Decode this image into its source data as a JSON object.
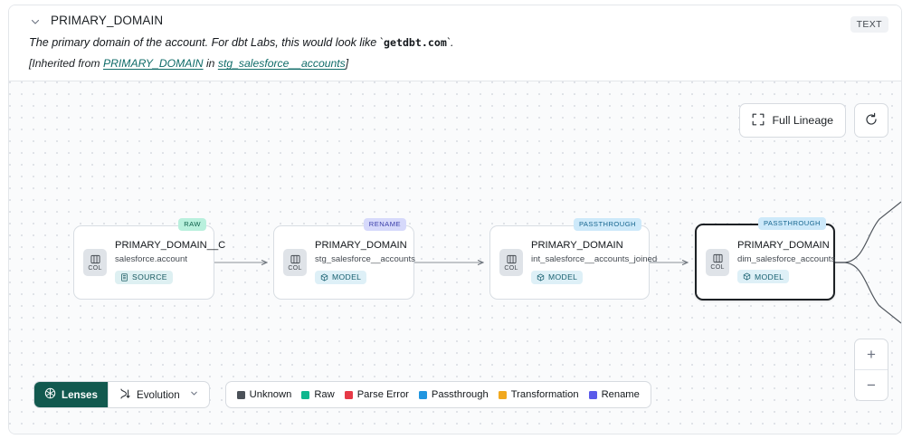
{
  "header": {
    "collapse_icon": "chevron-down-icon",
    "title": "PRIMARY_DOMAIN",
    "type_badge": "TEXT",
    "description_prefix": "The primary domain of the account. For dbt Labs, this would look like `",
    "description_code": "getdbt.com",
    "description_suffix": "`.",
    "inherited_prefix": "[Inherited from ",
    "inherited_column": "PRIMARY_DOMAIN",
    "inherited_middle": " in ",
    "inherited_model": "stg_salesforce__accounts",
    "inherited_suffix": "]"
  },
  "controls": {
    "full_lineage_label": "Full Lineage",
    "full_lineage_icon": "expand-icon",
    "refresh_icon": "refresh-icon",
    "zoom_in_label": "+",
    "zoom_out_label": "−"
  },
  "graph": {
    "nodes": [
      {
        "lens": "RAW",
        "lens_class": "lens-raw",
        "chip_label": "COL",
        "chip_icon": "columns-icon",
        "name": "PRIMARY_DOMAIN__C",
        "subtitle": "salesforce.account",
        "kind": "SOURCE",
        "kind_icon": "database-icon",
        "selected": false
      },
      {
        "lens": "RENAME",
        "lens_class": "lens-rename",
        "chip_label": "COL",
        "chip_icon": "columns-icon",
        "name": "PRIMARY_DOMAIN",
        "subtitle": "stg_salesforce__accounts",
        "kind": "MODEL",
        "kind_icon": "cube-icon",
        "selected": false
      },
      {
        "lens": "PASSTHROUGH",
        "lens_class": "lens-passthrough",
        "chip_label": "COL",
        "chip_icon": "columns-icon",
        "name": "PRIMARY_DOMAIN",
        "subtitle": "int_salesforce__accounts_joined",
        "kind": "MODEL",
        "kind_icon": "cube-icon",
        "selected": false
      },
      {
        "lens": "PASSTHROUGH",
        "lens_class": "lens-passthrough",
        "chip_label": "COL",
        "chip_icon": "columns-icon",
        "name": "PRIMARY_DOMAIN",
        "subtitle": "dim_salesforce_accounts",
        "kind": "MODEL",
        "kind_icon": "cube-icon",
        "selected": true
      }
    ]
  },
  "bottom": {
    "lenses_label": "Lenses",
    "lenses_icon": "lens-aperture-icon",
    "evolution_label": "Evolution",
    "evolution_icon": "evolution-icon",
    "evolution_caret": "chevron-down-icon",
    "legend": [
      {
        "label": "Unknown",
        "color": "#4b5158"
      },
      {
        "label": "Raw",
        "color": "#0fb78e"
      },
      {
        "label": "Parse Error",
        "color": "#e63946"
      },
      {
        "label": "Passthrough",
        "color": "#2196e0"
      },
      {
        "label": "Transformation",
        "color": "#f1a81e"
      },
      {
        "label": "Rename",
        "color": "#5b5bea"
      }
    ]
  }
}
